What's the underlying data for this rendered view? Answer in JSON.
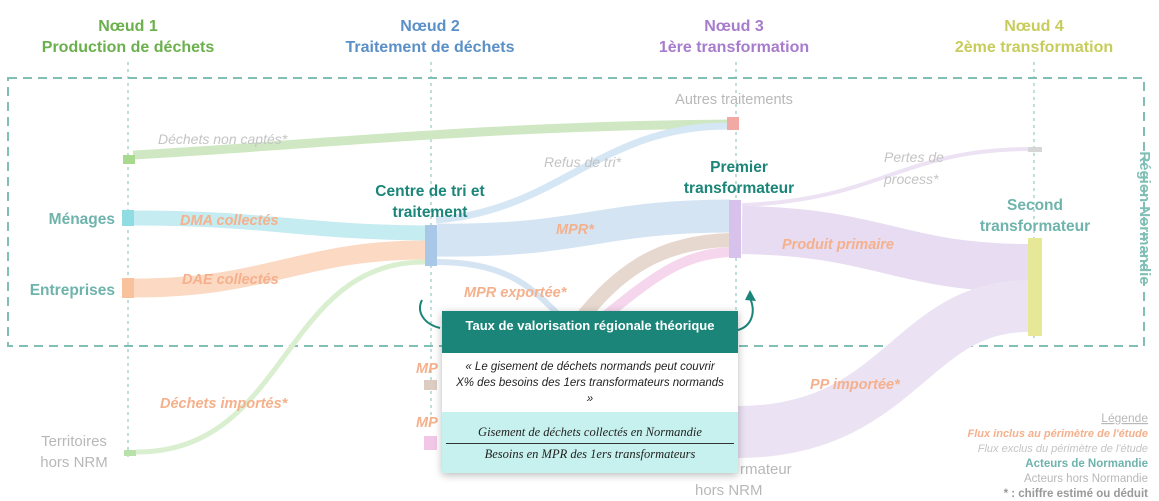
{
  "nodes": {
    "n1": {
      "title": "Nœud 1",
      "subtitle": "Production de déchets"
    },
    "n2": {
      "title": "Nœud 2",
      "subtitle": "Traitement de déchets"
    },
    "n3": {
      "title": "Nœud 3",
      "subtitle": "1ère transformation"
    },
    "n4": {
      "title": "Nœud 4",
      "subtitle": "2ème transformation"
    }
  },
  "colors": {
    "n1": "#6ab04c",
    "n2": "#5b8fc7",
    "n3": "#a87ccc",
    "n4": "#c7cc5a",
    "actor": "#1a8578",
    "inscope_label": "#f0a27a",
    "grey": "#b8b8b8",
    "frame": "#7fbfb5"
  },
  "region": {
    "label": "Région Normandie"
  },
  "actors": {
    "menages": "Ménages",
    "entreprises": "Entreprises",
    "centre_tri": [
      "Centre de tri et",
      "traitement"
    ],
    "premier": [
      "Premier",
      "transformateur"
    ],
    "second": [
      "Second",
      "transformateur"
    ],
    "autres": "Autres traitements",
    "pertes": [
      "Pertes de",
      "process*"
    ],
    "territoires": [
      "Territoires",
      "hors NRM"
    ],
    "transfo_hors": [
      "rmateur",
      "hors NRM"
    ]
  },
  "flows": {
    "non_captes": "Déchets non captés*",
    "refus": "Refus de tri*",
    "dma": "DMA collectés",
    "dae": "DAE collectés",
    "mpr": "MPR*",
    "produit_primaire": "Produit primaire",
    "mpr_exportee": "MPR exportée*",
    "dechets_importes": "Déchets importés*",
    "pp_importee": "PP importée*",
    "mp_partial_1": "MP",
    "mp_partial_2": "MP"
  },
  "box": {
    "title": "Taux de valorisation régionale théorique",
    "quote": "« Le gisement de déchets normands peut couvrir X% des besoins des 1ers transformateurs normands »",
    "numerator": "Gisement de déchets collectés en Normandie",
    "denominator": "Besoins en MPR des 1ers transformateurs"
  },
  "legend": {
    "title": "Légende",
    "items": [
      {
        "text": "Flux inclus au périmètre de l'étude",
        "style": "inscope"
      },
      {
        "text": "Flux exclus du périmètre de l'étude",
        "style": "outscope"
      },
      {
        "text": "Acteurs de Normandie",
        "style": "actor"
      },
      {
        "text": "Acteurs hors Normandie",
        "style": "outside"
      },
      {
        "text": "* : chiffre estimé ou déduit",
        "style": "note"
      }
    ]
  }
}
